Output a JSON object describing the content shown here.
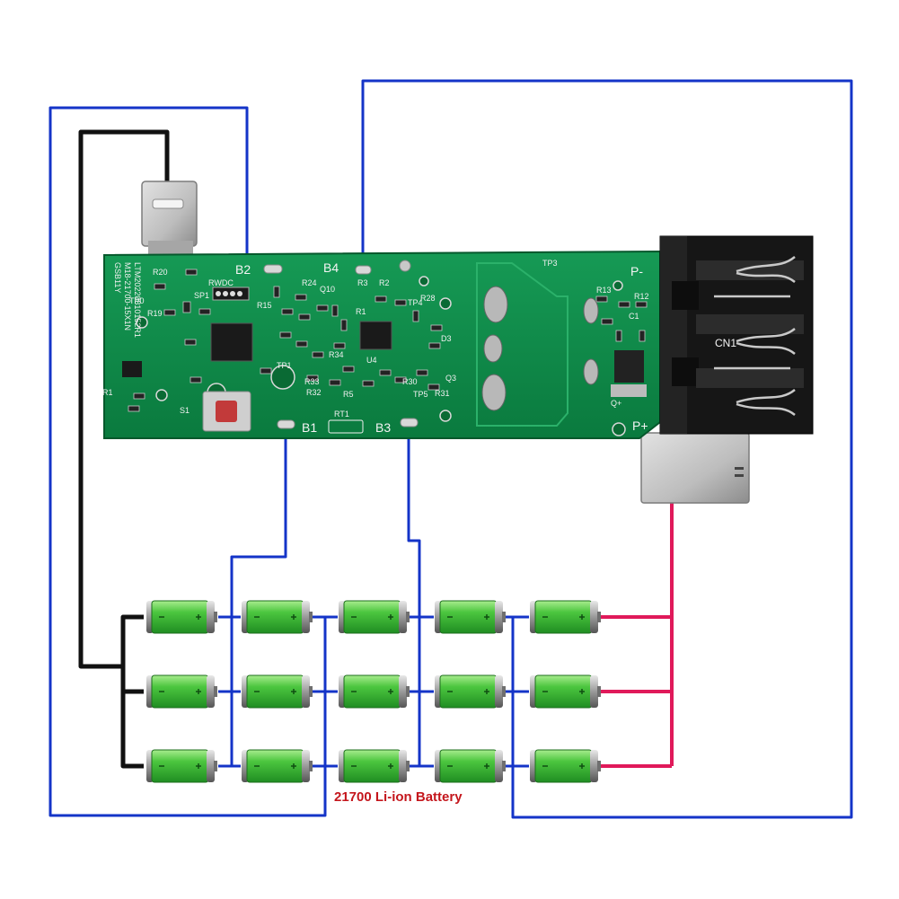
{
  "caption": "21700 Li-ion Battery",
  "pads": {
    "b1": "B1",
    "b2": "B2",
    "b3": "B3",
    "b4": "B4"
  },
  "terminals": {
    "p_minus": "P-",
    "p_plus": "P+",
    "cn": "CN1"
  },
  "pcb_marks": {
    "sp1": "SP1",
    "tp0": "TP0",
    "tp1": "TP1",
    "tp3": "TP3",
    "tp4": "TP4",
    "tp5": "TP5",
    "s1": "S1",
    "rt1": "RT1",
    "q_plus": "Q+",
    "rwdc": "RWDC",
    "r20": "R20",
    "r15": "R15",
    "r19": "R19",
    "r24": "R24",
    "q10": "Q10",
    "r12": "R12",
    "r13": "R13",
    "c1": "C1",
    "r33": "R33",
    "r32": "R32",
    "r34": "R34",
    "r5": "R5",
    "r31": "R31",
    "r30": "R30",
    "r28": "R28",
    "d3": "D3",
    "q3": "Q3",
    "r1": "R1",
    "r2": "R2",
    "r3": "R3",
    "u4": "U4"
  },
  "board_id": [
    "GSB11Y",
    "M18-21700-15X1N",
    "LTM20220810152R1"
  ],
  "battery": {
    "rows": 3,
    "cells_per_row": 5
  },
  "colors": {
    "wire_black": "#111111",
    "wire_blue": "#1434c8",
    "wire_red": "#e0195a",
    "pcb": "#0f8a4a",
    "cell": "#3fc23a",
    "caption": "#c4161c"
  }
}
